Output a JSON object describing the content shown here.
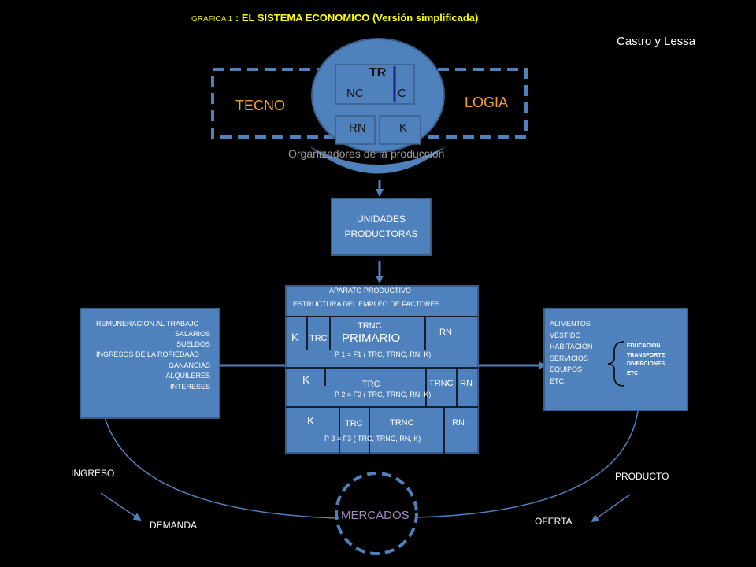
{
  "title": {
    "prefix": "GRAFICA 1",
    "main": ": EL SISTEMA ECONOMICO  (Versión simplificada)"
  },
  "author": "Castro y Lessa",
  "technology": {
    "left": "TECNO",
    "right": "LOGIA",
    "tr": "TR",
    "nc": "NC",
    "c": "C",
    "rn": "RN",
    "k": "K",
    "organizers": "Organizadores de la producción"
  },
  "units": {
    "line1": "UNIDADES",
    "line2": "PRODUCTORAS"
  },
  "apparatus": {
    "header1": "APARATO PRODUCTIVO",
    "header2": "ESTRUCTURA  DEL  EMPLEO DE FACTORES",
    "row1": {
      "k": "K",
      "trc": "TRC",
      "trnc": "TRNC",
      "sector": "PRIMARIO",
      "rn": "RN",
      "formula": "P 1  =  F1  ( TRC, TRNC, RN, K)"
    },
    "row2": {
      "k": "K",
      "trc": "TRC",
      "trnc": "TRNC",
      "rn": "RN",
      "formula": "P 2  =  F2  ( TRC, TRNC, RN, K)"
    },
    "row3": {
      "k": "K",
      "trc": "TRC",
      "trnc": "TRNC",
      "rn": "RN",
      "formula": "P 3  =  F3 ( TRC, TRNC, RN, K)"
    }
  },
  "remuneration": {
    "lines": [
      "REMUNERACION AL TRABAJO",
      "SALARIOS",
      "SUELDOS",
      "INGRESOS DE LA ROPIEDAAD",
      "GANANCIAS",
      "ALQUILERES",
      "INTERESES"
    ]
  },
  "products": {
    "lines": [
      "ALIMENTOS",
      "VESTIDO",
      "HABITACION",
      "SERVICIOS",
      "EQUIPOS",
      "ETC."
    ],
    "services": [
      "EDUCACION",
      "TRANSPORTE",
      "DIVERCIONES",
      "ETC"
    ]
  },
  "flow": {
    "income": "INGRESO",
    "demand": "DEMANDA",
    "product": "PRODUCTO",
    "supply": "OFERTA",
    "markets": "MERCADOS"
  },
  "colors": {
    "box_fill": "#4f81bd",
    "box_border": "#385d8a",
    "title": "#ffff00",
    "orange": "#f0a030",
    "markets": "#a08ac0"
  }
}
